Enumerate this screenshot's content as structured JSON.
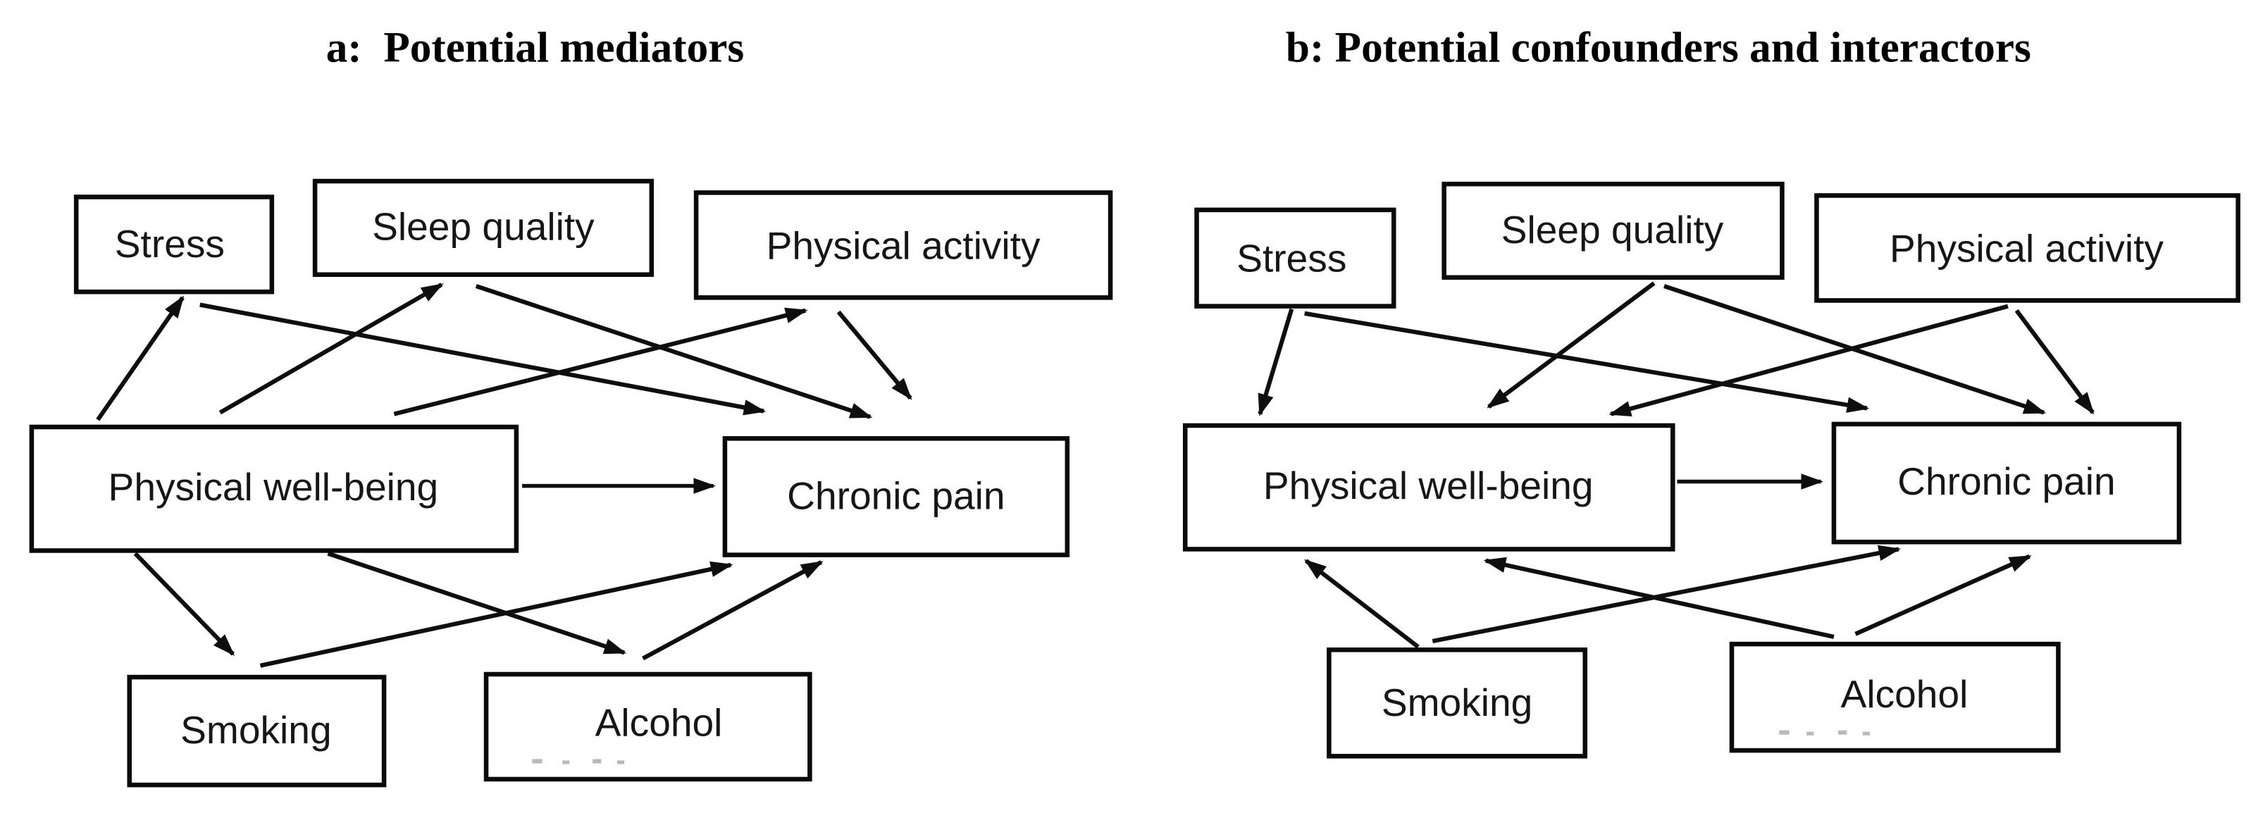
{
  "figure": {
    "background_color": "#ffffff",
    "line_color": "#0e0e0e",
    "artifact_color": "#b9b9b9"
  },
  "panel_a": {
    "title": "a:  Potential mediators",
    "nodes": {
      "stress": "Stress",
      "sleep_quality": "Sleep quality",
      "physical_activity": "Physical activity",
      "physical_well_being": "Physical well-being",
      "chronic_pain": "Chronic pain",
      "smoking": "Smoking",
      "alcohol": "Alcohol"
    },
    "edges": [
      {
        "from": "Physical well-being",
        "to": "Stress"
      },
      {
        "from": "Physical well-being",
        "to": "Sleep quality"
      },
      {
        "from": "Physical well-being",
        "to": "Physical activity"
      },
      {
        "from": "Physical well-being",
        "to": "Smoking"
      },
      {
        "from": "Physical well-being",
        "to": "Alcohol"
      },
      {
        "from": "Physical well-being",
        "to": "Chronic pain"
      },
      {
        "from": "Stress",
        "to": "Chronic pain"
      },
      {
        "from": "Sleep quality",
        "to": "Chronic pain"
      },
      {
        "from": "Physical activity",
        "to": "Chronic pain"
      },
      {
        "from": "Smoking",
        "to": "Chronic pain"
      },
      {
        "from": "Alcohol",
        "to": "Chronic pain"
      }
    ]
  },
  "panel_b": {
    "title": "b: Potential confounders and interactors",
    "nodes": {
      "stress": "Stress",
      "sleep_quality": "Sleep quality",
      "physical_activity": "Physical activity",
      "physical_well_being": "Physical well-being",
      "chronic_pain": "Chronic pain",
      "smoking": "Smoking",
      "alcohol": "Alcohol"
    },
    "edges": [
      {
        "from": "Stress",
        "to": "Physical well-being"
      },
      {
        "from": "Stress",
        "to": "Chronic pain"
      },
      {
        "from": "Sleep quality",
        "to": "Physical well-being"
      },
      {
        "from": "Sleep quality",
        "to": "Chronic pain"
      },
      {
        "from": "Physical activity",
        "to": "Physical well-being"
      },
      {
        "from": "Physical activity",
        "to": "Chronic pain"
      },
      {
        "from": "Physical well-being",
        "to": "Chronic pain"
      },
      {
        "from": "Smoking",
        "to": "Physical well-being"
      },
      {
        "from": "Smoking",
        "to": "Chronic pain"
      },
      {
        "from": "Alcohol",
        "to": "Physical well-being"
      },
      {
        "from": "Alcohol",
        "to": "Chronic pain"
      }
    ]
  }
}
